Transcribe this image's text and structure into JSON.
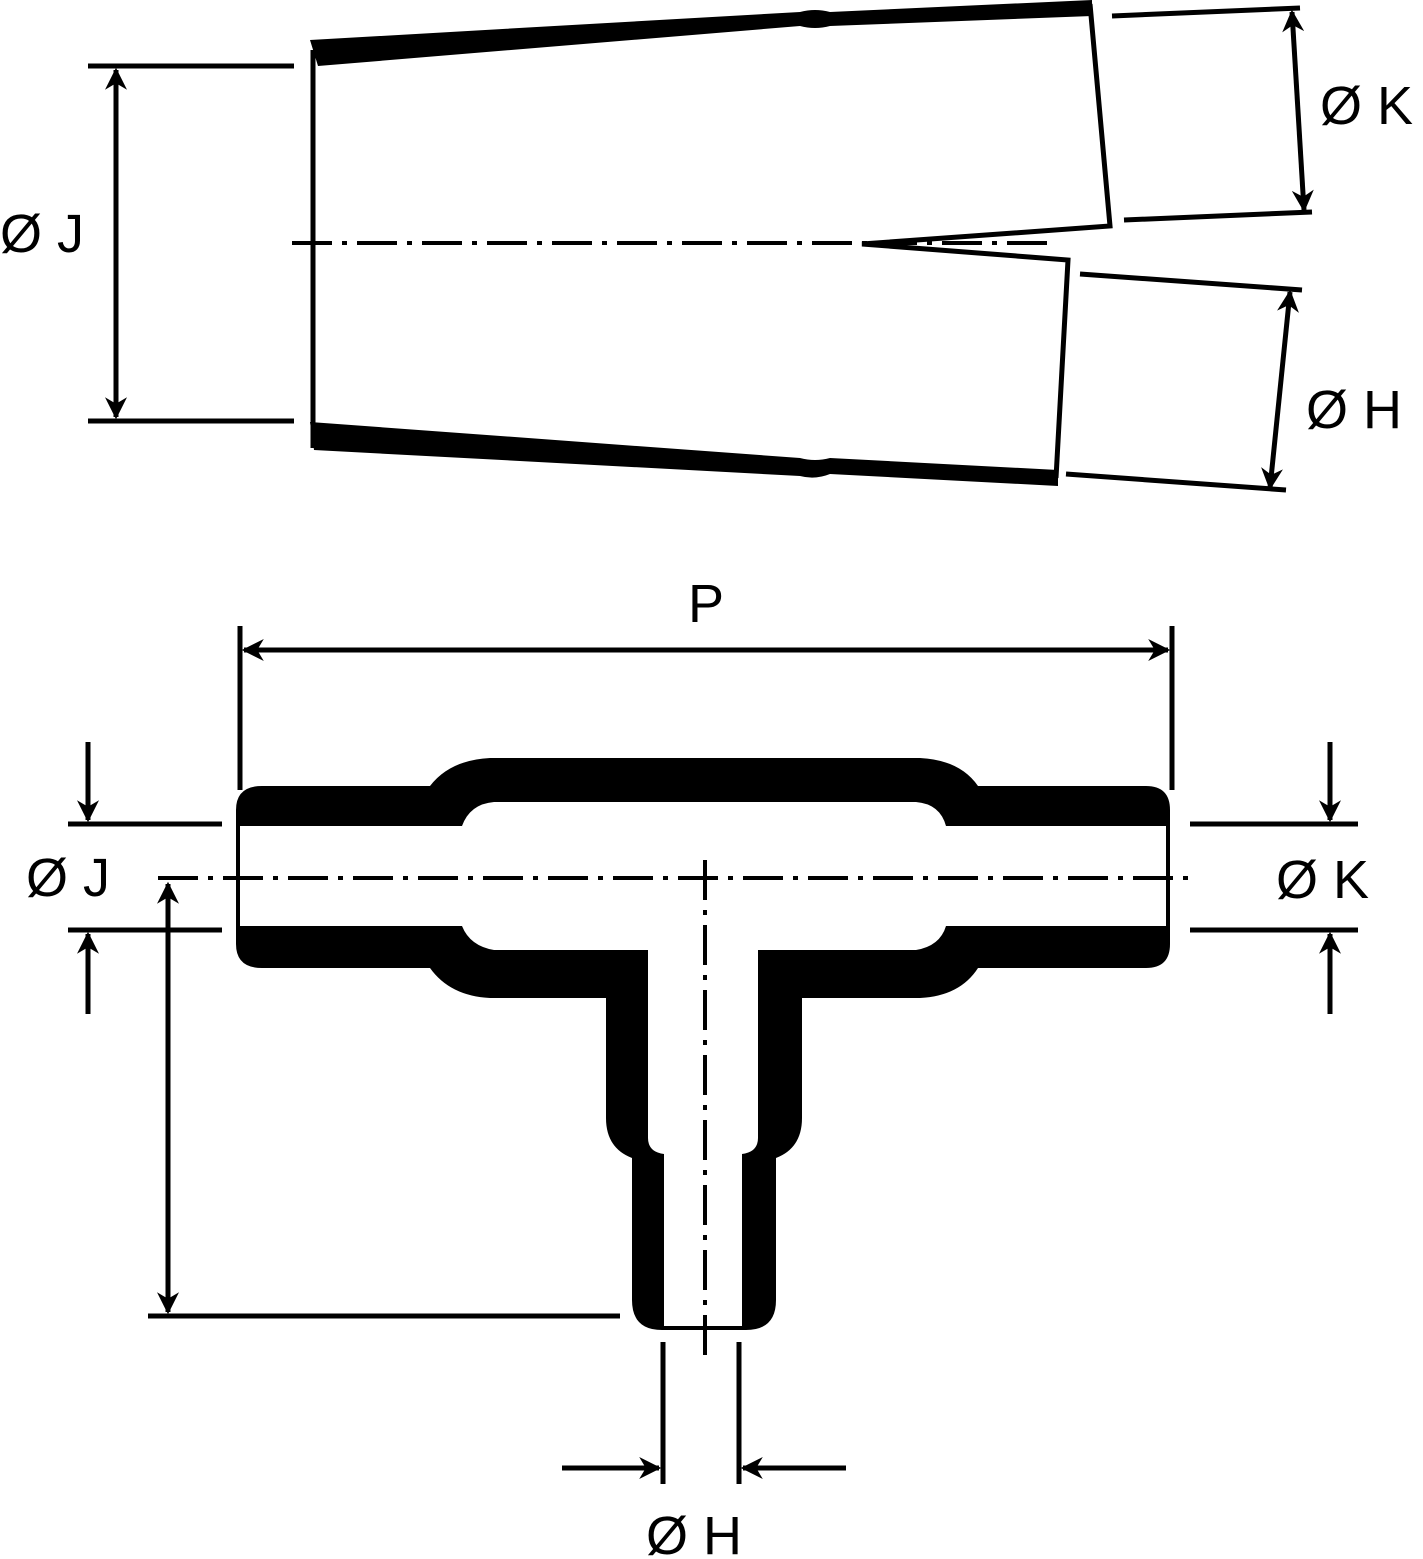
{
  "colors": {
    "ink": "#000000",
    "paper": "#ffffff"
  },
  "side_view": {
    "labels": {
      "diameter_j": "Ø J",
      "diameter_k": "Ø K",
      "diameter_h": "Ø H"
    }
  },
  "front_view": {
    "labels": {
      "length_p": "P",
      "diameter_j": "Ø J",
      "diameter_k": "Ø K",
      "diameter_h": "Ø H"
    }
  }
}
